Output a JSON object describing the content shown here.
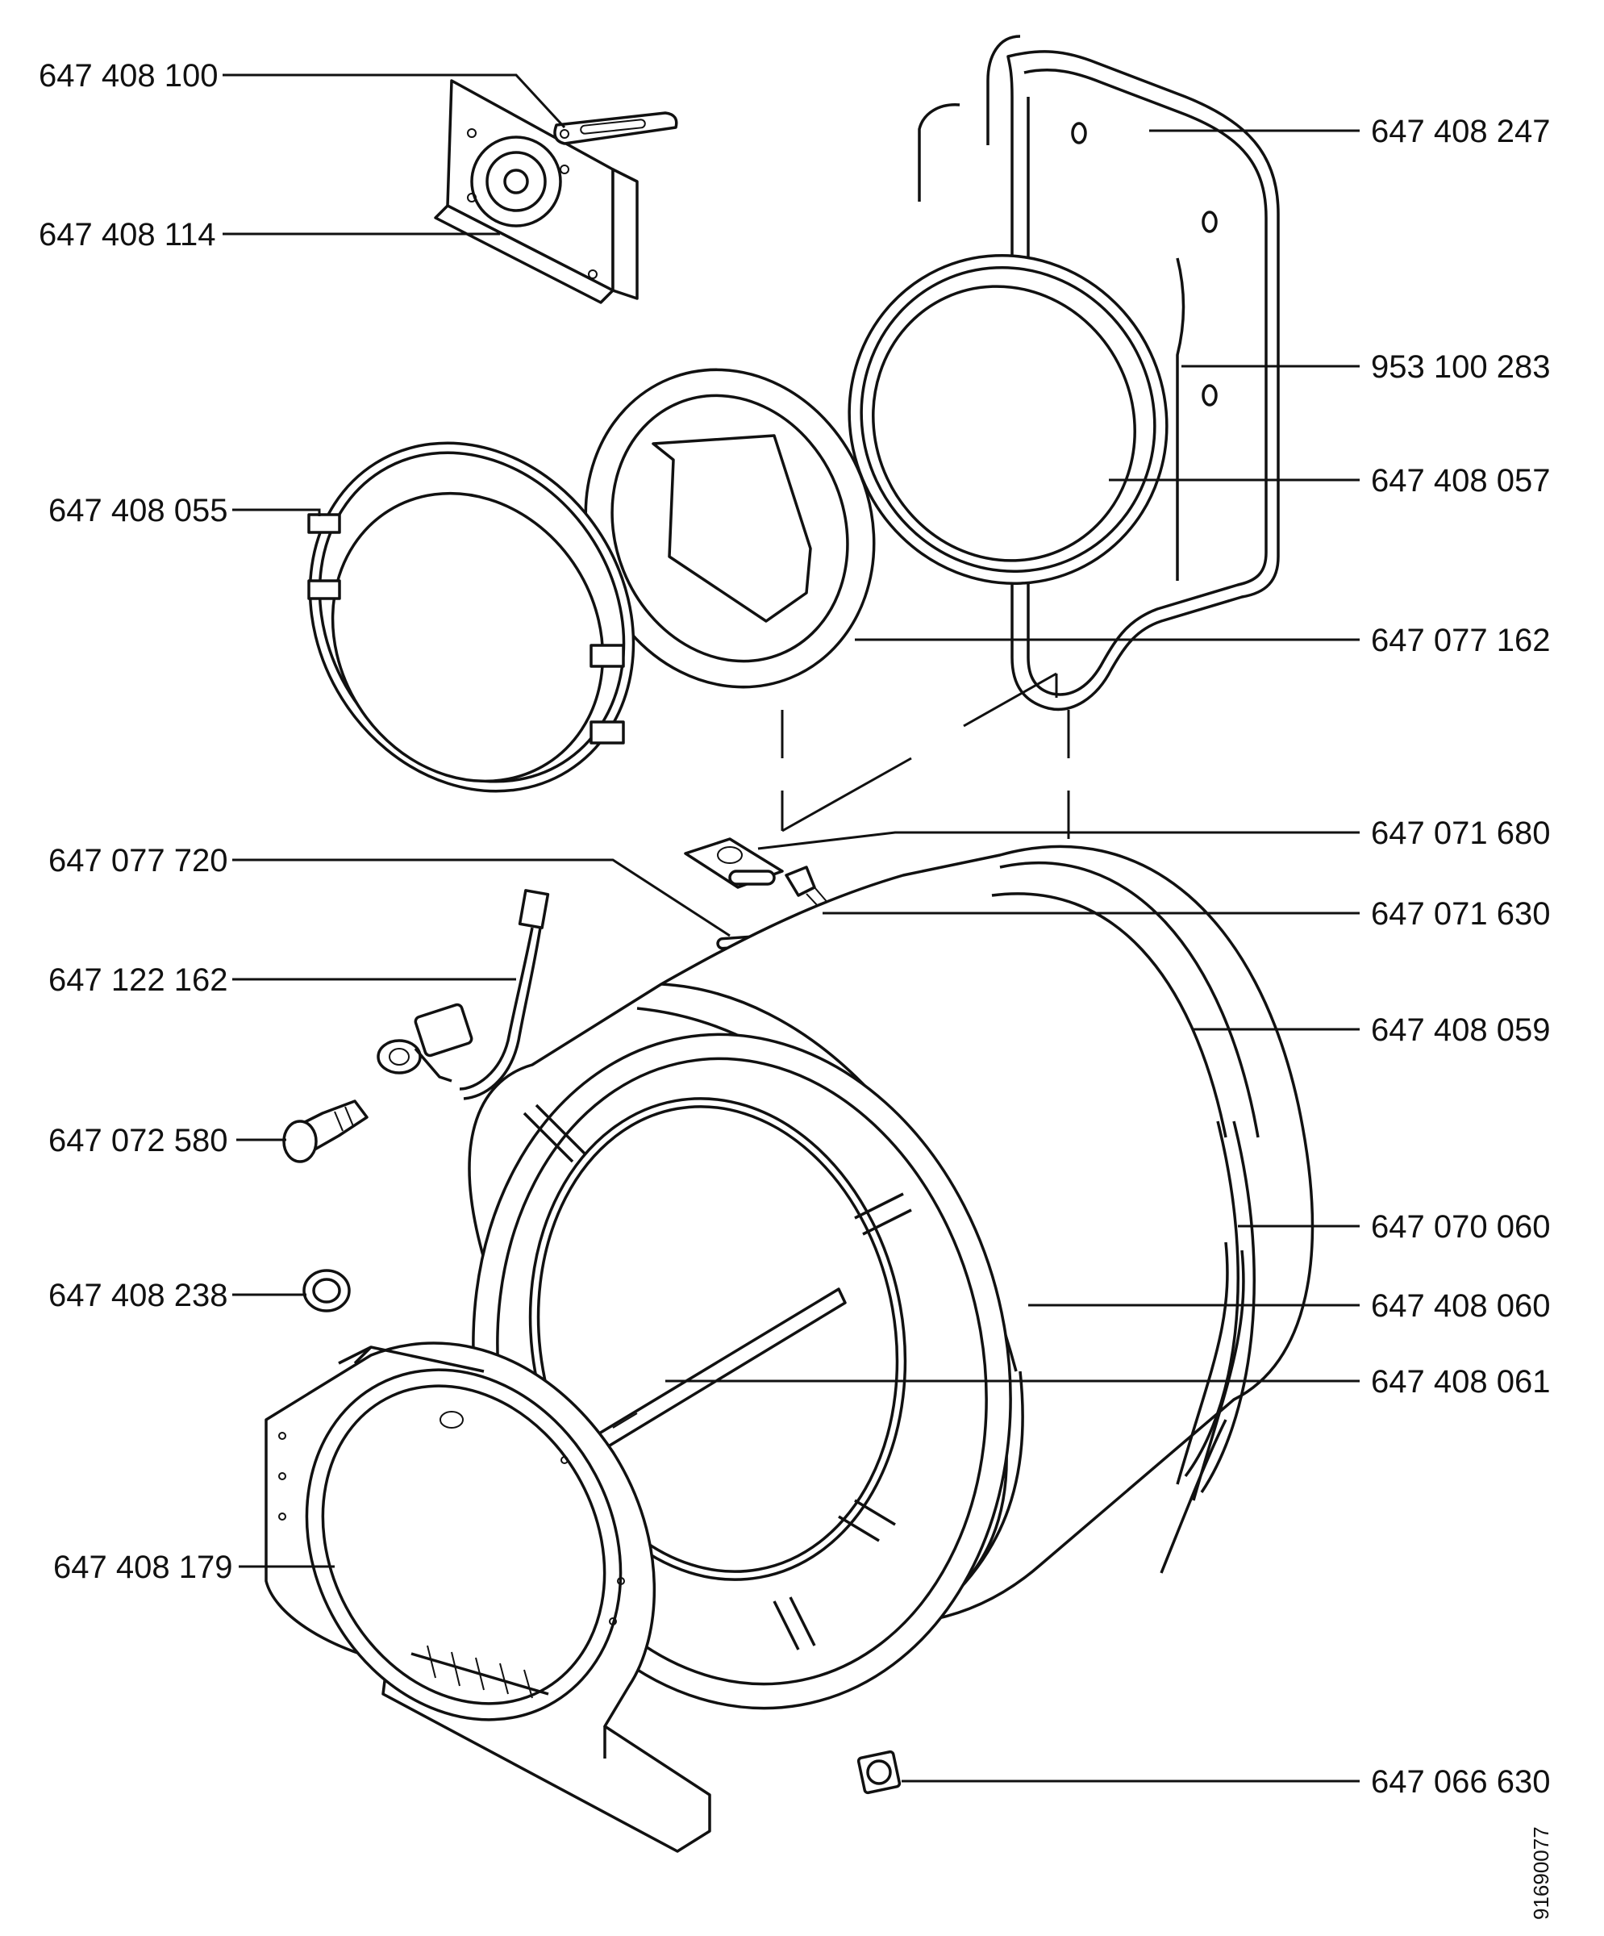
{
  "diagram": {
    "callouts": {
      "c01": "647 408 100",
      "c02": "647 408 114",
      "c03": "647 408 055",
      "c04": "647 077 720",
      "c05": "647 122 162",
      "c06": "647 072 580",
      "c07": "647 408 238",
      "c08": "647 408 179",
      "c09": "647 408 247",
      "c10": "953 100 283",
      "c11": "647 408 057",
      "c12": "647 077 162",
      "c13": "647 071 680",
      "c14": "647 071 630",
      "c15": "647 408 059",
      "c16": "647 070 060",
      "c17": "647 408 060",
      "c18": "647 408 061",
      "c19": "647 066 630"
    },
    "drawing_number": "91690077"
  }
}
